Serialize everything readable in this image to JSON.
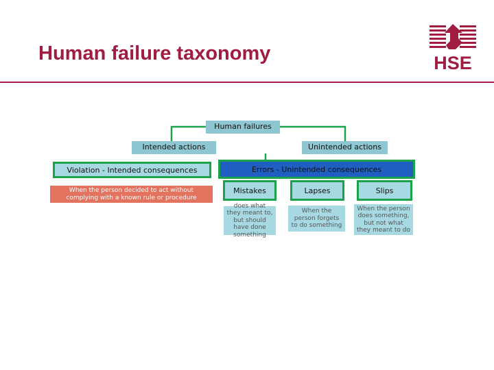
{
  "title": "Human failure taxonomy",
  "logo": {
    "text": "HSE",
    "color": "#a01c40"
  },
  "colors": {
    "brand": "#a01c40",
    "connector": "#1aa34a",
    "node_fill": "#8ec7d1",
    "frame": "#1aa34a",
    "violation_desc": "#e3735e"
  },
  "diagram": {
    "root": "Human failures",
    "intended": "Intended actions",
    "unintended": "Unintended actions",
    "violation": "Violation - Intended consequences",
    "violation_desc": "When the person decided to act without complying with a known rule or procedure",
    "errors": "Errors - Unintended consequences",
    "mistakes": "Mistakes",
    "lapses": "Lapses",
    "slips": "Slips",
    "mistakes_desc": "does what they meant to, but should have done something",
    "lapses_desc": "When the person forgets to do something",
    "slips_desc": "When the person does something, but not what they meant to do"
  }
}
